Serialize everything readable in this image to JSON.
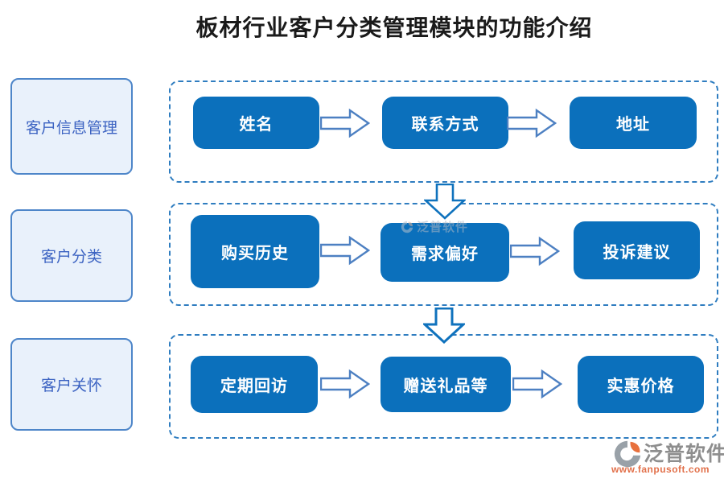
{
  "title": "板材行业客户分类管理模块的功能介绍",
  "rows": [
    {
      "label": "客户信息管理",
      "steps": [
        "姓名",
        "联系方式",
        "地址"
      ]
    },
    {
      "label": "客户分类",
      "steps": [
        "购买历史",
        "需求偏好",
        "投诉建议"
      ]
    },
    {
      "label": "客户关怀",
      "steps": [
        "定期回访",
        "赠送礼品等",
        "实惠价格"
      ]
    }
  ],
  "watermark": {
    "text": "泛普软件"
  },
  "brand": {
    "name": "泛普软件",
    "url": "www.fanpusoft.com"
  },
  "colors": {
    "step_box_fill": "#0b70bc",
    "step_box_text": "#ffffff",
    "label_fill": "#e9f1fb",
    "label_border": "#4e86c9",
    "label_text": "#3c63c2",
    "container_dash_border": "#2f7dc0",
    "right_arrow_outline": "#4d80c2",
    "down_arrow_outline": "#0f72bd",
    "title_text": "#1a1a1a",
    "brand_gray": "#8e8e8e",
    "brand_orange": "#e2714b"
  }
}
